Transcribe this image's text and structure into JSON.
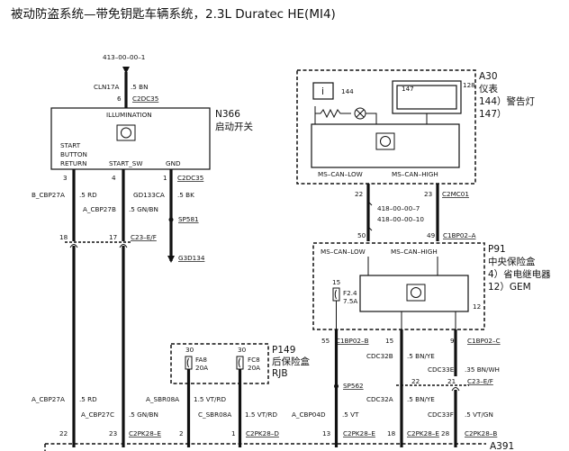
{
  "title": "被动防盗系统—带免钥匙车辆系统，2.3L  Duratec HE(MI4)",
  "ground_ref": "413–00–00–1",
  "cln17a": "CLN17A",
  "wire_5bn": ".5 BN",
  "pin6": "6",
  "c2dc35": "C2DC35",
  "n366": {
    "code": "N366",
    "name": "启动开关",
    "illumination": "ILLUMINATION",
    "start_button_return": [
      "START",
      "BUTTON",
      "RETURN"
    ],
    "start_sw": "START_SW",
    "gnd": "GND"
  },
  "n366_pins": [
    "3",
    "4",
    "1"
  ],
  "c2dc35_b": "C2DC35",
  "left_wires": {
    "bcbp27a": "B_CBP27A",
    "w5rd": ".5 RD",
    "acbp27b": "A_CBP27B",
    "w5gnbn": ".5 GN/BN",
    "gd133ca": "GD133CA",
    "w5bk": ".5 BK"
  },
  "sp581": "SP581",
  "pins_18_17": [
    "18",
    "17"
  ],
  "c23ef": "C23–E/F",
  "g3d134": "G3D134",
  "a30": {
    "code": "A30",
    "name": "仪表",
    "line2": "144）警告灯",
    "line3": "147）",
    "i_label": "i",
    "n144": "144",
    "n147": "147",
    "n128": "128",
    "ms_can_low": "MS–CAN–LOW",
    "ms_can_high": "MS–CAN–HIGH"
  },
  "a30_pins": [
    "22",
    "23"
  ],
  "c2mc01": "C2MC01",
  "refs": [
    "418–00–00–7",
    "418–00–00–10"
  ],
  "p91_pins_top": [
    "50",
    "49"
  ],
  "c1bp02a": "C1BP02–A",
  "p91": {
    "code": "P91",
    "name": "中央保险盒",
    "line2": "4）省电继电器",
    "line3": "12）GEM",
    "ms_can_low": "MS–CAN–LOW",
    "ms_can_high": "MS–CAN–HIGH",
    "f_label": "F2.4",
    "f_amp": "7.5A",
    "f_num": "15",
    "n12": "12"
  },
  "p91_pins_bottom": [
    "55",
    "15",
    "9"
  ],
  "conn_c1bp02b": "C1BP02–B",
  "conn_c1bp02c": "C1BP02–C",
  "p149": {
    "code": "P149",
    "name": "后保险盒",
    "sub": "RJB",
    "fa8": "FA8",
    "fa8_amp": "20A",
    "fc8": "FC8",
    "fc8_amp": "20A",
    "f30a": "30",
    "f30b": "30"
  },
  "mid_wires": {
    "cdc32b": "CDC32B",
    "w5bnye": ".5 BN/YE",
    "cdc33e": "CDC33E",
    "w35bnwh": ".35 BN/WH",
    "sp562": "SP562",
    "n22": "22",
    "n21": "21",
    "c23ef2": "C23–E/F",
    "cdc32a": "CDC32A",
    "w5bnye2": ".5 BN/YE",
    "cdc33f": "CDC33F",
    "w5vtgn": ".5 VT/GN"
  },
  "bottom_wires": {
    "acbp27a": "A_CBP27A",
    "w5rd": ".5 RD",
    "acbp27c": "A_CBP27C",
    "w5gnbn": ".5 GN/BN",
    "asbr08a": "A_SBR08A",
    "w15vtrd": "1.5 VT/RD",
    "csbr08a": "C_SBR08A",
    "w15vtrd2": "1.5 VT/RD",
    "acbp04d": "A_CBP04D",
    "w5vt": ".5 VT"
  },
  "bottom_pins": [
    "22",
    "23",
    "2",
    "1",
    "13",
    "18",
    "28"
  ],
  "c2pk28e": "C2PK28–E",
  "c2pk28d": "C2PK28–D",
  "c2pk28e_b": "C2PK28–E",
  "c2pk28e_c": "C2PK28–E",
  "c2pk28b": "C2PK28–B",
  "a391": "A391"
}
